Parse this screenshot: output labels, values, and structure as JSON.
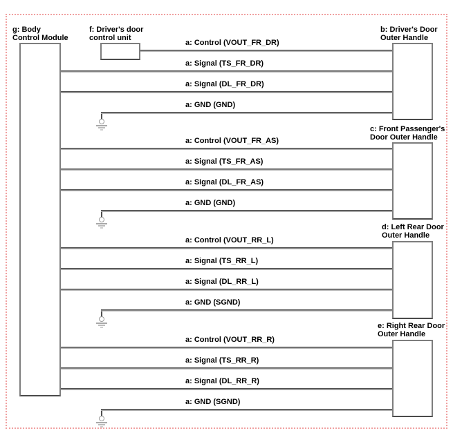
{
  "colors": {
    "frame": "#f0a0a0",
    "wire_dark": "#4f4f4f",
    "wire_light": "#b5b5b5",
    "box_border": "#7d7d7d",
    "text": "#000000"
  },
  "components": {
    "body_control_module": {
      "label": [
        "g: Body",
        "Control Module"
      ]
    },
    "driver_door_control_unit": {
      "label": [
        "f: Driver's door",
        "control unit"
      ]
    }
  },
  "handles": [
    {
      "id": "b",
      "label": [
        "b: Driver's Door",
        "Outer Handle"
      ]
    },
    {
      "id": "c",
      "label": [
        "c: Front Passenger's",
        "Door Outer Handle"
      ]
    },
    {
      "id": "d",
      "label": [
        "d: Left Rear Door",
        "Outer Handle"
      ]
    },
    {
      "id": "e",
      "label": [
        "e: Right Rear Door",
        "Outer Handle"
      ]
    }
  ],
  "sections": [
    {
      "handle": "b",
      "wires": [
        "a: Control (VOUT_FR_DR)",
        "a: Signal (TS_FR_DR)",
        "a: Signal (DL_FR_DR)",
        "a: GND (GND)"
      ]
    },
    {
      "handle": "c",
      "wires": [
        "a: Control (VOUT_FR_AS)",
        "a: Signal (TS_FR_AS)",
        "a: Signal (DL_FR_AS)",
        "a: GND (GND)"
      ]
    },
    {
      "handle": "d",
      "wires": [
        "a: Control (VOUT_RR_L)",
        "a: Signal (TS_RR_L)",
        "a: Signal (DL_RR_L)",
        "a: GND (SGND)"
      ]
    },
    {
      "handle": "e",
      "wires": [
        "a: Control (VOUT_RR_R)",
        "a: Signal (TS_RR_R)",
        "a: Signal (DL_RR_R)",
        "a: GND (SGND)"
      ]
    }
  ]
}
